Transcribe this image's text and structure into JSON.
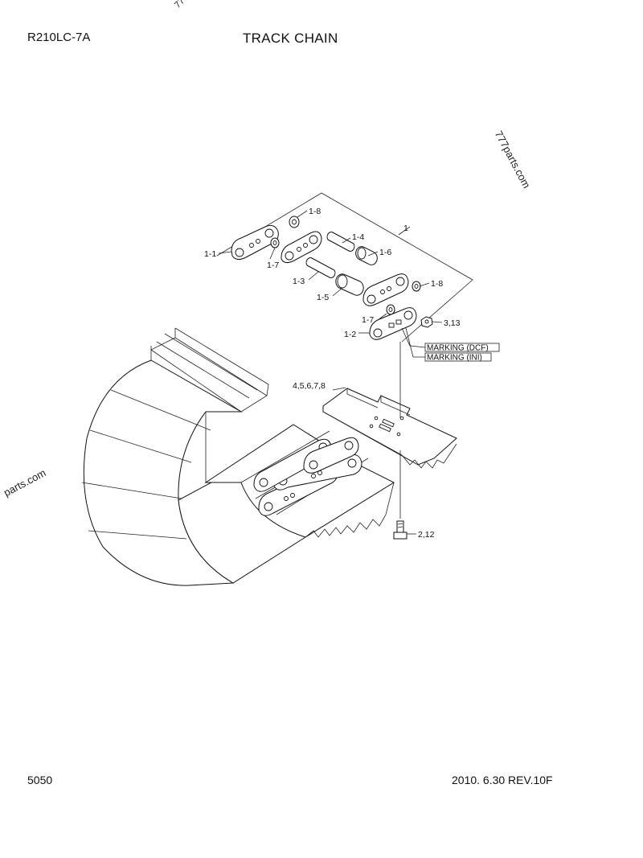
{
  "header": {
    "model": "R210LC-7A",
    "title": "TRACK CHAIN"
  },
  "footer": {
    "page_number": "5050",
    "revision": "2010. 6.30  REV.10F"
  },
  "watermarks": {
    "top": "777pa",
    "right": "777parts.com",
    "left": "parts.com"
  },
  "callouts": {
    "c1": "1",
    "c1_1": "1-1",
    "c1_2": "1-2",
    "c1_3": "1-3",
    "c1_4": "1-4",
    "c1_5": "1-5",
    "c1_6": "1-6",
    "c1_7a": "1-7",
    "c1_7b": "1-7",
    "c1_8a": "1-8",
    "c1_8b": "1-8",
    "c3_13": "3,13",
    "c4_8": "4,5,6,7,8",
    "c2_12": "2,12"
  },
  "markings": {
    "dcf": "MARKING (DCF)",
    "ini": "MARKING (INI)"
  }
}
